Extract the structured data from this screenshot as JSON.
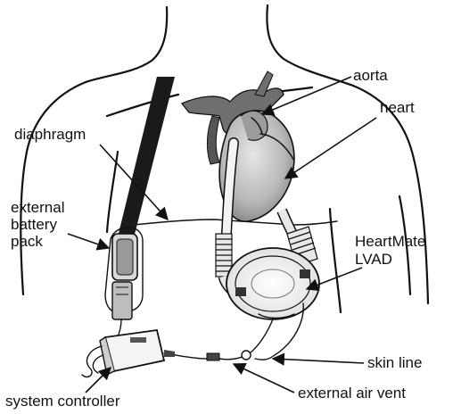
{
  "labels": {
    "aorta": "aorta",
    "heart": "heart",
    "diaphragm": "diaphragm",
    "battery": [
      "external",
      "battery",
      "pack"
    ],
    "lvad": [
      "HeartMate",
      "LVAD"
    ],
    "skin_line": "skin line",
    "controller": "system controller",
    "air_vent": "external air vent"
  },
  "colors": {
    "ink": "#111111",
    "heart_fill": "#bdbdbd",
    "vessel_fill": "#6f6f6f",
    "strap": "#1a1a1a",
    "device_fill": "#f2f2f2",
    "background": "#ffffff"
  }
}
